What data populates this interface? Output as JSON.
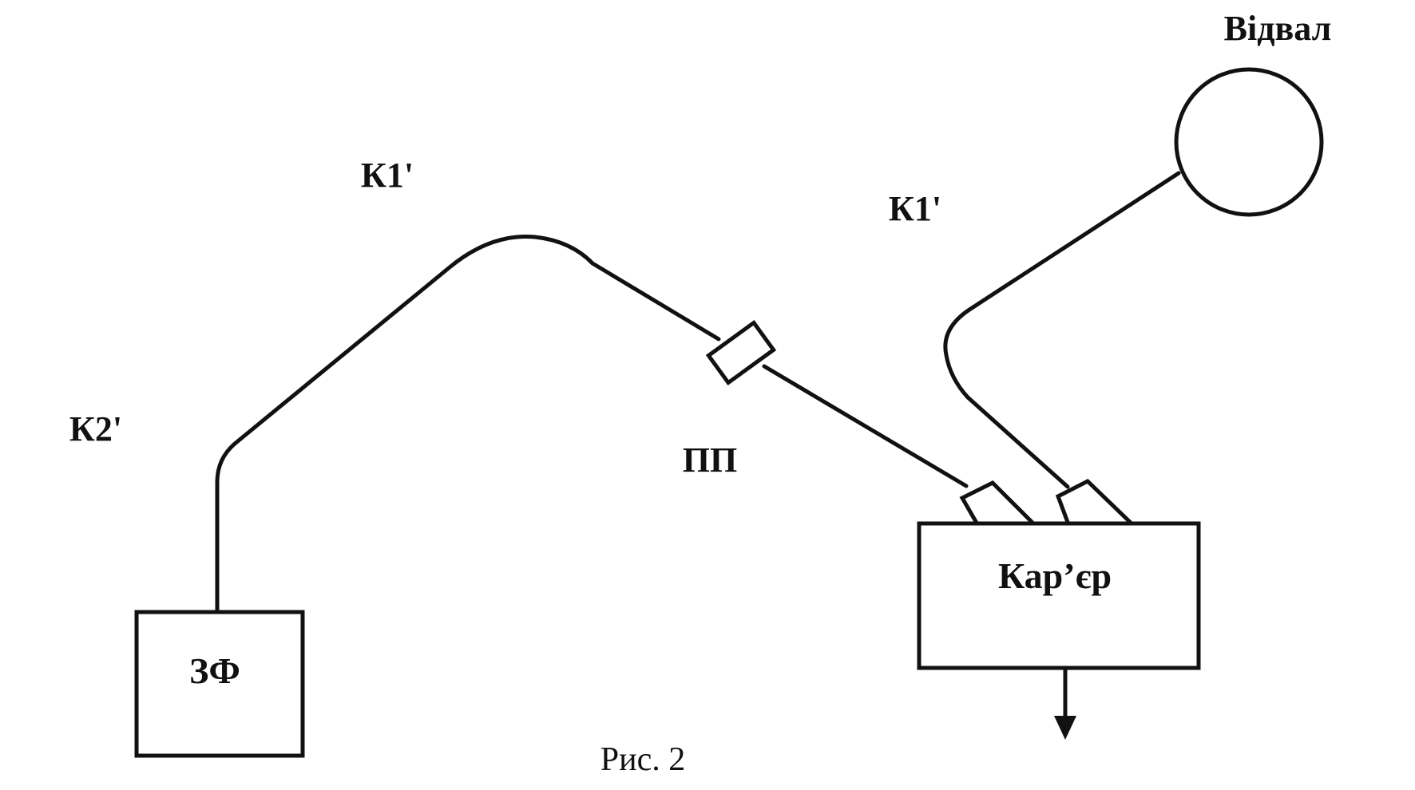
{
  "nodes": {
    "zf": {
      "label": "ЗФ"
    },
    "quarry": {
      "label": "Кар’єр"
    },
    "dump": {
      "label": "Відвал"
    },
    "transfer_point": {
      "label": "ПП"
    }
  },
  "conveyors": {
    "k1_top": {
      "label": "К1'"
    },
    "k1_right": {
      "label": "К1'"
    },
    "k2_left": {
      "label": "К2'"
    }
  },
  "caption": "Рис. 2",
  "colors": {
    "ink": "#111111",
    "background": "#ffffff"
  }
}
